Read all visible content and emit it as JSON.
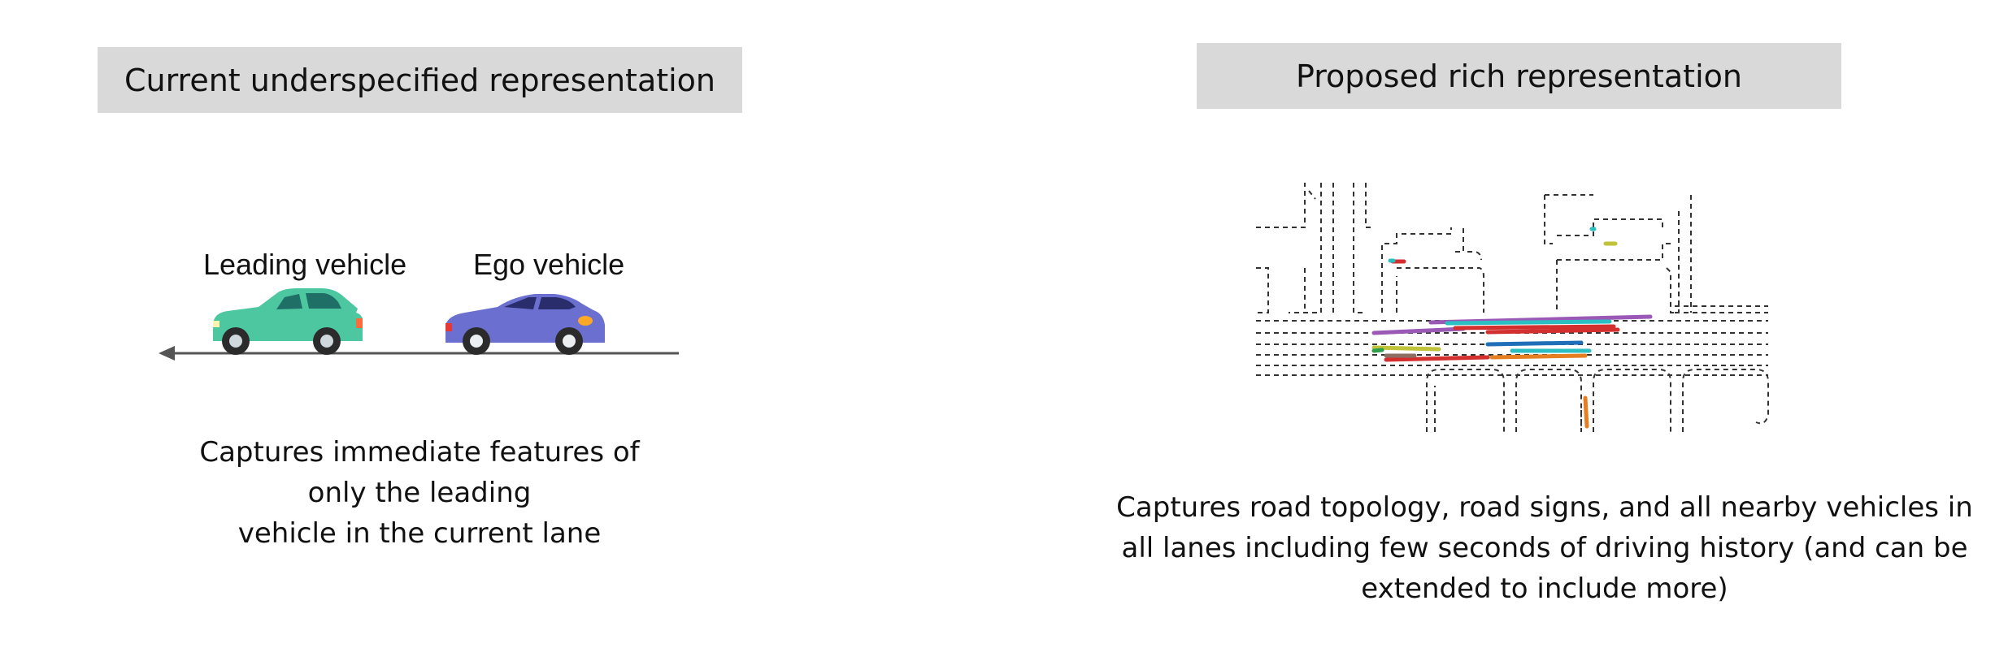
{
  "left": {
    "header": "Current underspecified representation",
    "leading_vehicle_label": "Leading vehicle",
    "ego_vehicle_label": "Ego vehicle",
    "caption_lines": [
      "Captures immediate features of",
      "only the leading",
      "vehicle in the current lane"
    ]
  },
  "right": {
    "header": "Proposed rich representation",
    "caption_lines": [
      "Captures road topology, road signs, and all nearby vehicles in",
      "all lanes including few seconds of driving history (and can be",
      "extended to include more)"
    ]
  },
  "colors": {
    "header_bg": "#d9d9d9",
    "leading_car": "#4dc7a0",
    "ego_car": "#6b6fcf",
    "trajectory_colors": [
      "#2bbfc4",
      "#9b59b6",
      "#d32f2f",
      "#1e6fb8",
      "#c0c23a",
      "#e67e22",
      "#2e9e48",
      "#8d6e63"
    ]
  }
}
